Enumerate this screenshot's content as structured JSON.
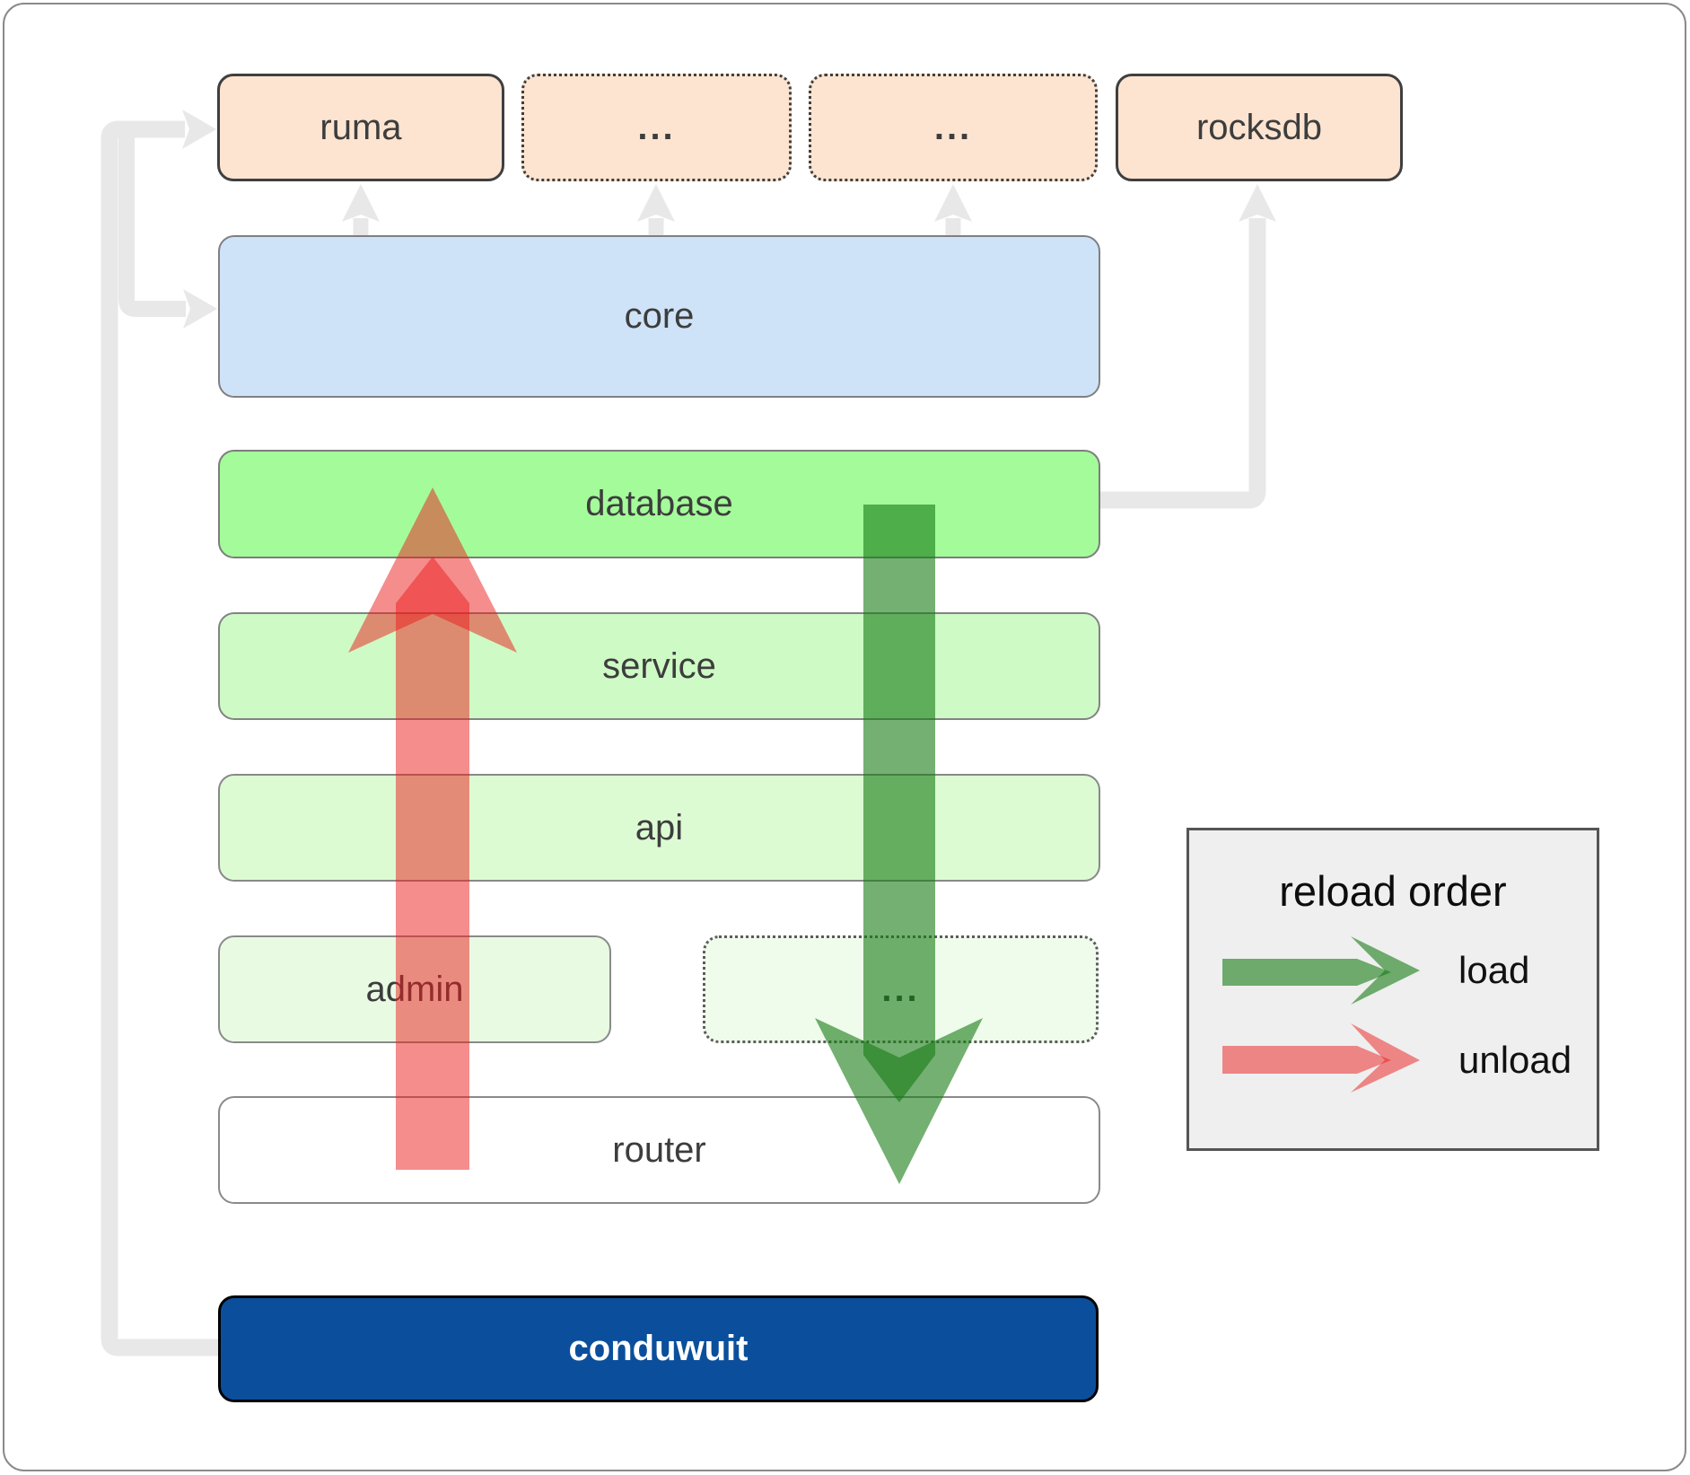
{
  "diagram": {
    "nodes": {
      "ruma": {
        "label": "ruma"
      },
      "ext1": {
        "label": "..."
      },
      "ext2": {
        "label": "..."
      },
      "rocksdb": {
        "label": "rocksdb"
      },
      "core": {
        "label": "core"
      },
      "database": {
        "label": "database"
      },
      "service": {
        "label": "service"
      },
      "api": {
        "label": "api"
      },
      "admin": {
        "label": "admin"
      },
      "ext3": {
        "label": "..."
      },
      "router": {
        "label": "router"
      },
      "conduwuit": {
        "label": "conduwuit"
      }
    },
    "edges": [
      {
        "from": "conduwuit",
        "to": "ruma",
        "style": "gray"
      },
      {
        "from": "conduwuit",
        "to": "core",
        "style": "gray"
      },
      {
        "from": "core",
        "to": "ruma",
        "style": "gray"
      },
      {
        "from": "core",
        "to": "ext1",
        "style": "gray"
      },
      {
        "from": "core",
        "to": "ext2",
        "style": "gray"
      },
      {
        "from": "database",
        "to": "rocksdb",
        "style": "gray"
      },
      {
        "from": "database",
        "to": "router",
        "style": "load"
      },
      {
        "from": "router",
        "to": "database",
        "style": "unload"
      }
    ]
  },
  "legend": {
    "title": "reload order",
    "items": [
      {
        "label": "load",
        "color": "rgba(22,124,20,0.6)"
      },
      {
        "label": "unload",
        "color": "rgba(236,28,28,0.5)"
      }
    ]
  },
  "palette": {
    "edge_gray": "#e8e8e8",
    "external_box_fill": "#fce4d1",
    "external_box_border": "#3f3f3f",
    "core_fill": "#cfe3f8",
    "database_fill": "#a4fb9a",
    "service_fill": "#cefac5",
    "api_fill": "#dcfbd3",
    "admin_fill": "#e9fae3",
    "ext_bottom_fill": "#effbeb",
    "router_fill": "#ffffff",
    "conduwuit_fill": "#0b4f9c",
    "legend_fill": "#efefef"
  }
}
